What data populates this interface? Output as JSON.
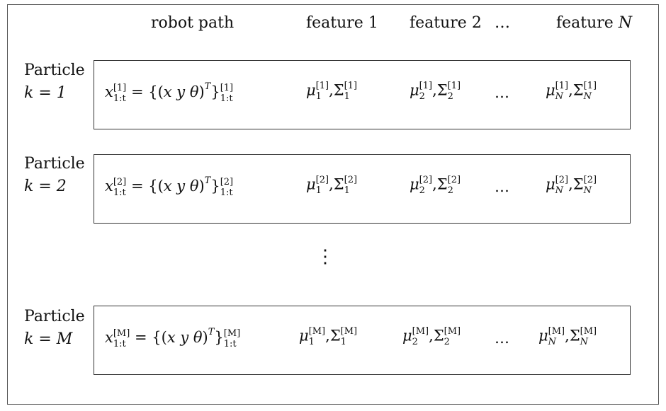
{
  "headers": {
    "robot_path": "robot path",
    "feature_1": "feature 1",
    "feature_2": "feature 2",
    "ellipsis": "…",
    "feature_n_prefix": "feature ",
    "feature_n_var": "N"
  },
  "rows": [
    {
      "label_line1": "Particle",
      "label_line2": "k = 1",
      "idx": "[1]",
      "path_tail_var": "1:t"
    },
    {
      "label_line1": "Particle",
      "label_line2": "k = 2",
      "idx": "[2]",
      "path_tail_var": "1:t"
    },
    {
      "label_line1": "Particle",
      "label_line2": "k = M",
      "idx": "[M]",
      "path_tail_var": "1:t"
    }
  ],
  "vdots": "⋮",
  "math": {
    "x": "x",
    "eq": "= {(",
    "xyz": "x  y  θ",
    "close": ")",
    "T": "T",
    "brace": "}",
    "mu": "μ",
    "sigma": "Σ",
    "comma": ",",
    "sub1": "1",
    "sub2": "2",
    "subN": "N",
    "dots": "…"
  }
}
